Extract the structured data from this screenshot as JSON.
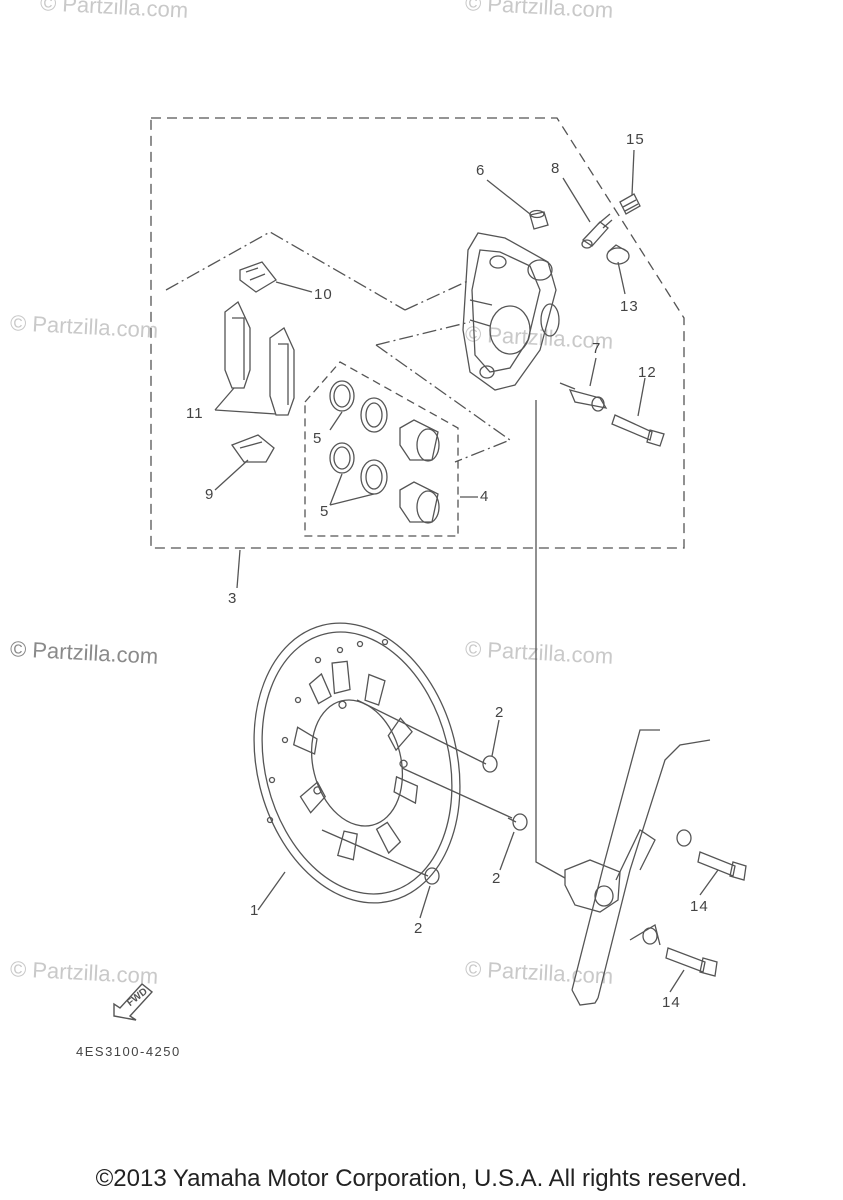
{
  "watermarks": [
    {
      "text": "© Partzilla.com"
    },
    {
      "text": "© Partzilla.com"
    },
    {
      "text": "© Partzilla.com"
    },
    {
      "text": "© Partzilla.com"
    },
    {
      "text": "© Partzilla.com"
    },
    {
      "text": "© Partzilla.com"
    },
    {
      "text": "© Partzilla.com"
    },
    {
      "text": "© Partzilla.com"
    }
  ],
  "callouts": {
    "c1": "1",
    "c2a": "2",
    "c2b": "2",
    "c2c": "2",
    "c3": "3",
    "c4": "4",
    "c5a": "5",
    "c5b": "5",
    "c6": "6",
    "c7": "7",
    "c8": "8",
    "c9": "9",
    "c10": "10",
    "c11": "11",
    "c12": "12",
    "c13": "13",
    "c14a": "14",
    "c14b": "14",
    "c15": "15"
  },
  "fwd_label": "FWD",
  "diagram_code": "4ES3100-4250",
  "copyright": "©2013 Yamaha Motor Corporation, U.S.A. All rights reserved."
}
